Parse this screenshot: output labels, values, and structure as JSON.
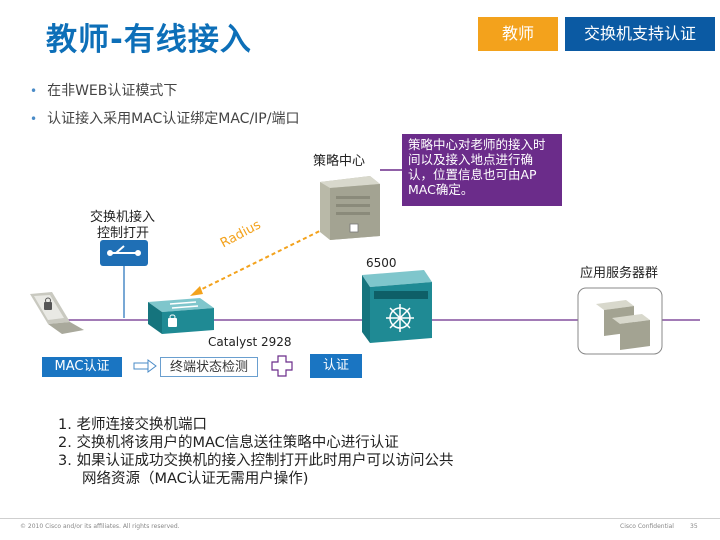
{
  "slide": {
    "title": "教师-有线接入",
    "tab_teacher": "教师",
    "tab_switch_auth": "交换机支持认证",
    "bullets": [
      "在非WEB认证模式下",
      "认证接入采用MAC认证绑定MAC/IP/端口"
    ],
    "callout": "策略中心对老师的接入时间以及接入地点进行确认，位置信息也可由AP MAC确定。",
    "labels": {
      "policy_center": "策略中心",
      "switch_access_line1": "交换机接入",
      "switch_access_line2": "控制打开",
      "radius": "Radius",
      "core_switch": "6500",
      "app_servers": "应用服务器群",
      "catalyst": "Catalyst 2928"
    },
    "flow": {
      "mac_auth": "MAC认证",
      "terminal_check": "终端状态检测",
      "auth": "认证"
    },
    "steps": [
      "1.  老师连接交换机端口",
      "2.  交换机将该用户的MAC信息送往策略中心进行认证",
      "3.  如果认证成功交换机的接入控制打开此时用户可以访问公共",
      "网络资源（MAC认证无需用户操作)"
    ],
    "footer_left": "© 2010 Cisco and/or its affiliates. All rights reserved.",
    "footer_mid": "Cisco Confidential",
    "page_number": "35"
  },
  "colors": {
    "title": "#0d6fb8",
    "orange_tab": "#f3a21c",
    "blue_tab": "#0b5aa3",
    "callout": "#6b2c8a",
    "mac_box": "#1a75c2",
    "switch_teal": "#1f8a94"
  }
}
